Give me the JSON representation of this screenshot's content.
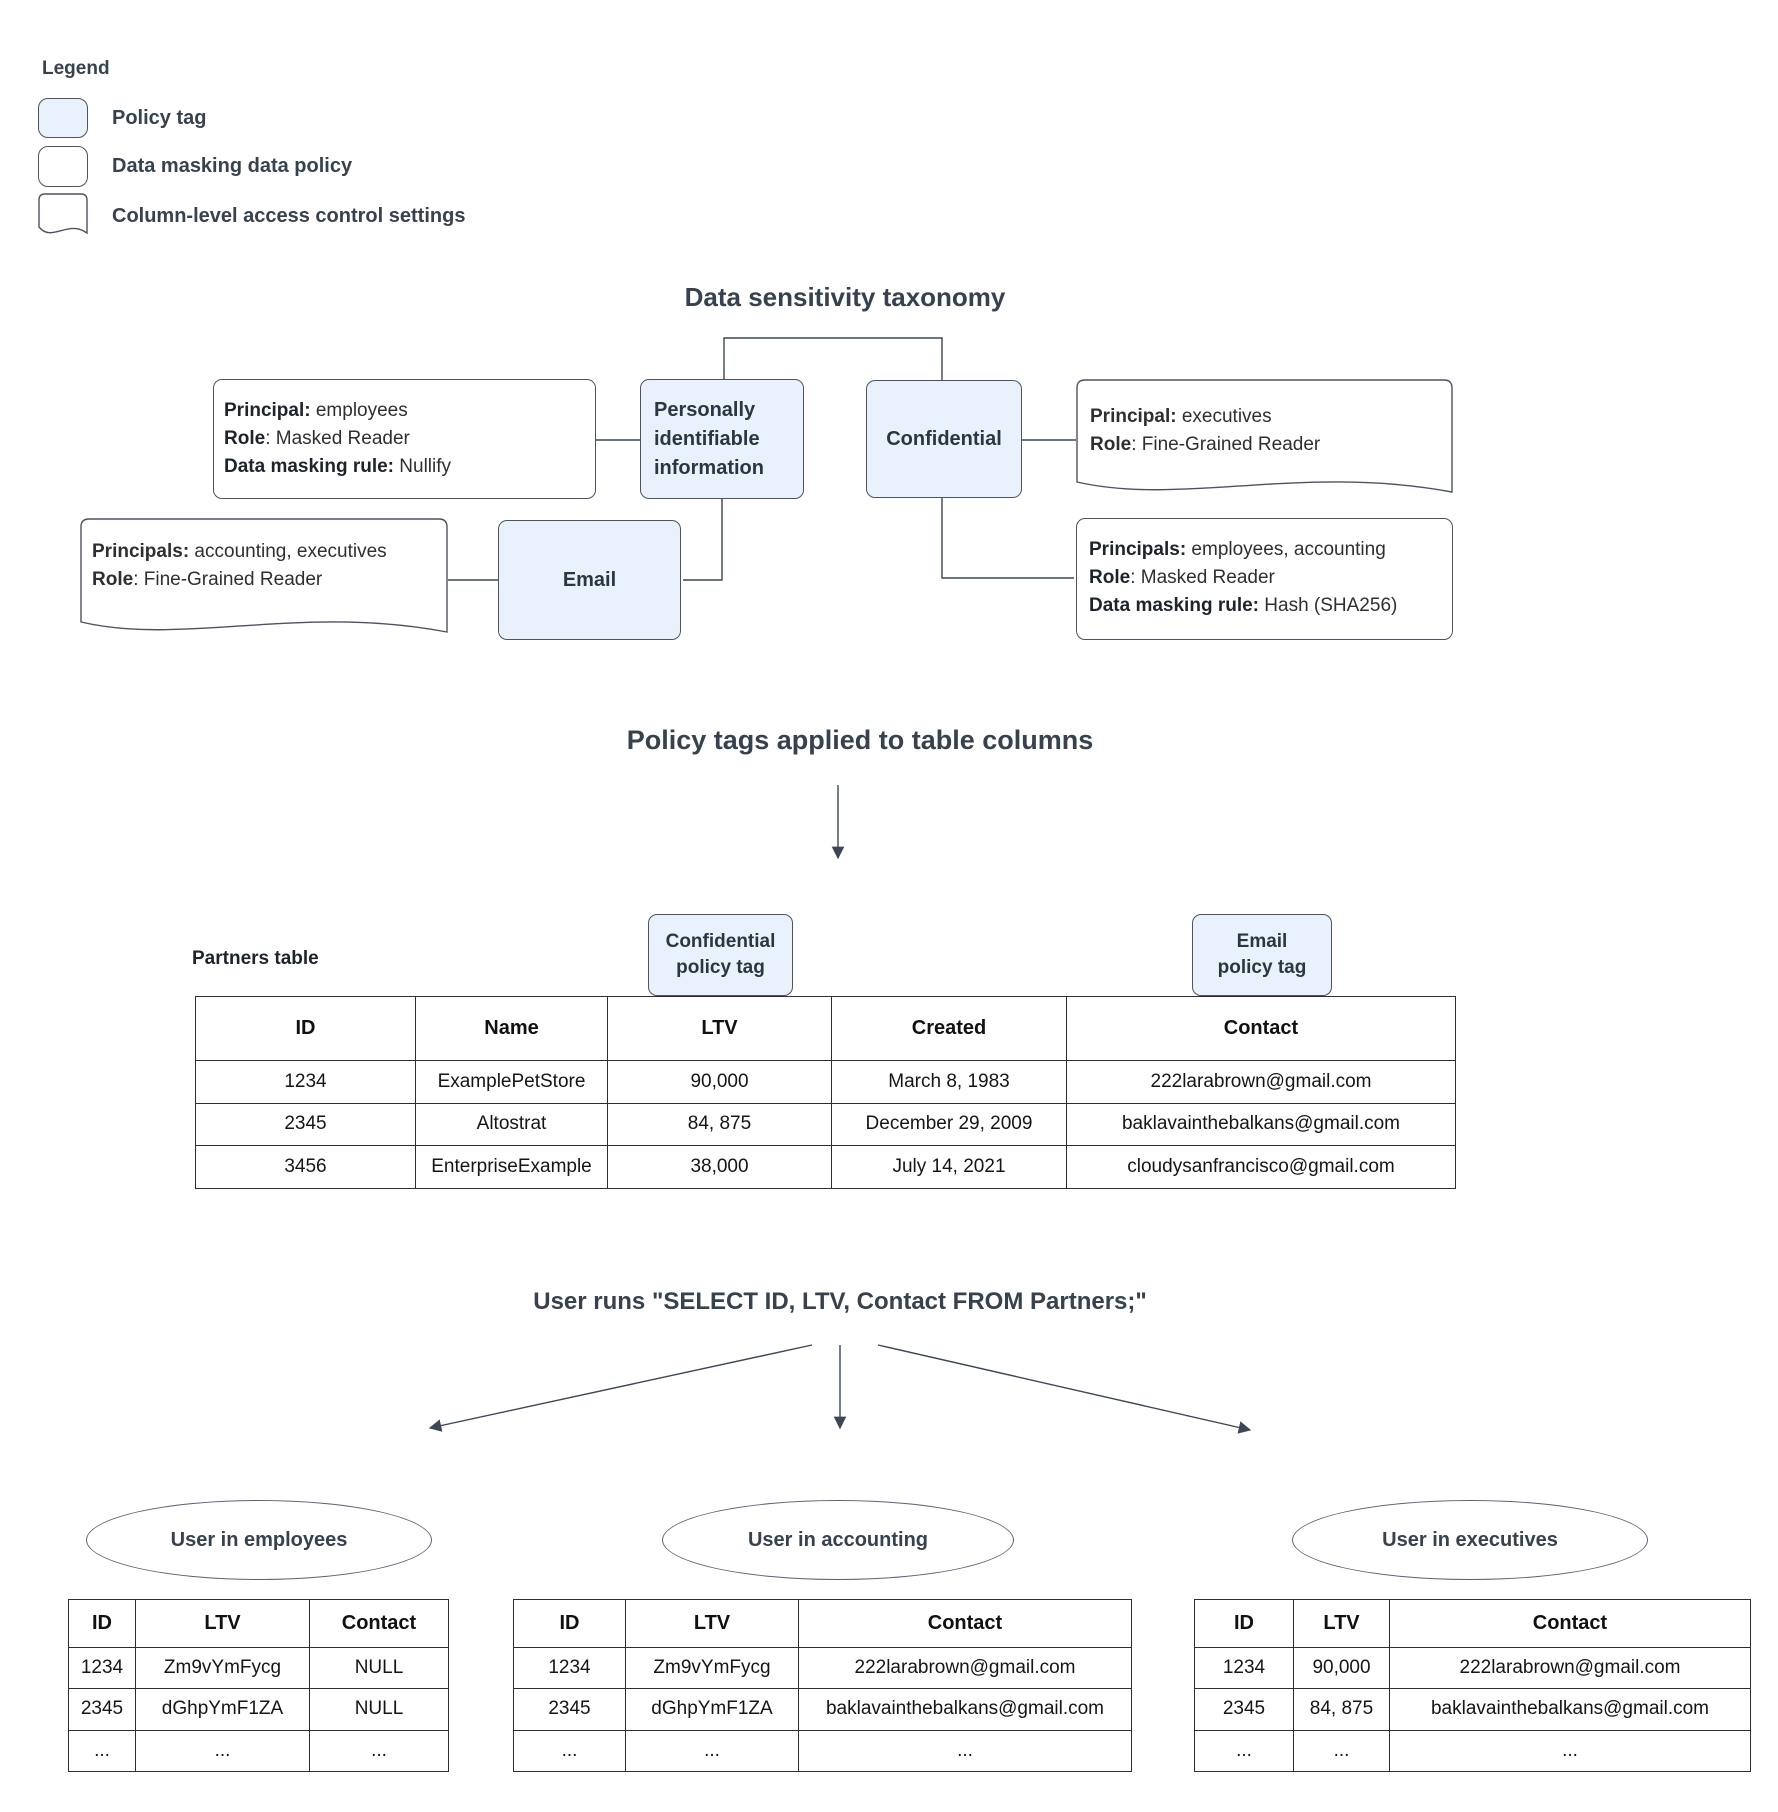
{
  "colors": {
    "policy_tag_fill": "#e9f1fc",
    "box_border": "#4d5360",
    "line_color": "#3c4654",
    "heading_text": "#37424e"
  },
  "legend": {
    "title": "Legend",
    "items": [
      {
        "swatch": "policy-tag",
        "label": "Policy tag"
      },
      {
        "swatch": "data-masking-policy",
        "label": "Data masking data policy"
      },
      {
        "swatch": "access-control",
        "label": "Column-level access control settings"
      }
    ]
  },
  "taxonomy": {
    "title": "Data sensitivity taxonomy",
    "pii_tag": "Personally identifiable information",
    "pii_tag_lines": {
      "l1": "Personally",
      "l2": "identifiable",
      "l3": "information"
    },
    "confidential_tag": "Confidential",
    "email_tag": "Email",
    "masking_policy_pii": [
      {
        "b": "Principal:",
        "r": " employees"
      },
      {
        "b": "Role",
        "r": ": Masked Reader"
      },
      {
        "b": "Data masking rule:",
        "r": " Nullify"
      }
    ],
    "access_control_confidential": [
      {
        "b": "Principal:",
        "r": " executives"
      },
      {
        "b": "Role",
        "r": ": Fine-Grained Reader"
      }
    ],
    "access_control_email": [
      {
        "b": "Principals:",
        "r": " accounting, executives"
      },
      {
        "b": "Role",
        "r": ": Fine-Grained Reader"
      }
    ],
    "masking_policy_confidential": [
      {
        "b": "Principals:",
        "r": " employees, accounting"
      },
      {
        "b": "Role",
        "r": ": Masked Reader"
      },
      {
        "b": "Data masking rule:",
        "r": " Hash (SHA256)"
      }
    ]
  },
  "policy_section": {
    "title": "Policy tags applied to table columns",
    "table_label": "Partners table",
    "confidential_tag": {
      "line1": "Confidential",
      "line2": "policy tag"
    },
    "email_tag": {
      "line1": "Email",
      "line2": "policy tag"
    },
    "partners_table": {
      "headers": [
        "ID",
        "Name",
        "LTV",
        "Created",
        "Contact"
      ],
      "rows": [
        [
          "1234",
          "ExamplePetStore",
          "90,000",
          "March 8, 1983",
          "222larabrown@gmail.com"
        ],
        [
          "2345",
          "Altostrat",
          "84, 875",
          "December 29, 2009",
          "baklavainthebalkans@gmail.com"
        ],
        [
          "3456",
          "EnterpriseExample",
          "38,000",
          "July 14, 2021",
          "cloudysanfrancisco@gmail.com"
        ]
      ]
    }
  },
  "query_section": {
    "title": "User runs \"SELECT ID, LTV, Contact FROM Partners;\"",
    "results": [
      {
        "user": "User in employees",
        "headers": [
          "ID",
          "LTV",
          "Contact"
        ],
        "rows": [
          [
            "1234",
            "Zm9vYmFycg",
            "NULL"
          ],
          [
            "2345",
            "dGhpYmF1ZA",
            "NULL"
          ],
          [
            "...",
            "...",
            "..."
          ]
        ]
      },
      {
        "user": "User in accounting",
        "headers": [
          "ID",
          "LTV",
          "Contact"
        ],
        "rows": [
          [
            "1234",
            "Zm9vYmFycg",
            "222larabrown@gmail.com"
          ],
          [
            "2345",
            "dGhpYmF1ZA",
            "baklavainthebalkans@gmail.com"
          ],
          [
            "...",
            "...",
            "..."
          ]
        ]
      },
      {
        "user": "User in executives",
        "headers": [
          "ID",
          "LTV",
          "Contact"
        ],
        "rows": [
          [
            "1234",
            "90,000",
            "222larabrown@gmail.com"
          ],
          [
            "2345",
            "84, 875",
            "baklavainthebalkans@gmail.com"
          ],
          [
            "...",
            "...",
            "..."
          ]
        ]
      }
    ]
  }
}
